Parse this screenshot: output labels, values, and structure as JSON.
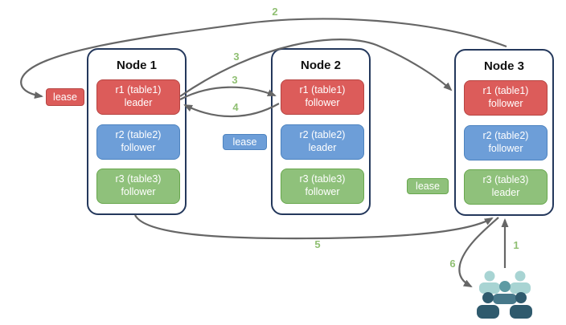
{
  "diagram": {
    "nodes": [
      {
        "title": "Node 1",
        "replicas": [
          {
            "label": "r1 (table1)",
            "role": "leader",
            "color": "red"
          },
          {
            "label": "r2 (table2)",
            "role": "follower",
            "color": "blue"
          },
          {
            "label": "r3 (table3)",
            "role": "follower",
            "color": "green"
          }
        ]
      },
      {
        "title": "Node 2",
        "replicas": [
          {
            "label": "r1 (table1)",
            "role": "follower",
            "color": "red"
          },
          {
            "label": "r2 (table2)",
            "role": "leader",
            "color": "blue"
          },
          {
            "label": "r3 (table3)",
            "role": "follower",
            "color": "green"
          }
        ]
      },
      {
        "title": "Node 3",
        "replicas": [
          {
            "label": "r1 (table1)",
            "role": "follower",
            "color": "red"
          },
          {
            "label": "r2 (table2)",
            "role": "follower",
            "color": "blue"
          },
          {
            "label": "r3 (table3)",
            "role": "leader",
            "color": "green"
          }
        ]
      }
    ],
    "leases": [
      {
        "label": "lease",
        "color": "red"
      },
      {
        "label": "lease",
        "color": "blue"
      },
      {
        "label": "lease",
        "color": "green"
      }
    ],
    "steps": [
      "2",
      "3",
      "3",
      "4",
      "5",
      "6",
      "1"
    ],
    "users_icon": "group-of-users"
  },
  "colors": {
    "node-border": "#24385c",
    "red-fill": "#dc5c5a",
    "red-border": "#b64542",
    "blue-fill": "#6d9ed8",
    "blue-border": "#4d83bf",
    "green-fill": "#8fc17b",
    "green-border": "#68a74e",
    "arrow": "#666666",
    "step-label": "#8fbf72",
    "users-light": "#a8d4d3",
    "users-mid": "#5d9aa3",
    "users-middark": "#47788a",
    "users-dark": "#2f5a6d"
  }
}
